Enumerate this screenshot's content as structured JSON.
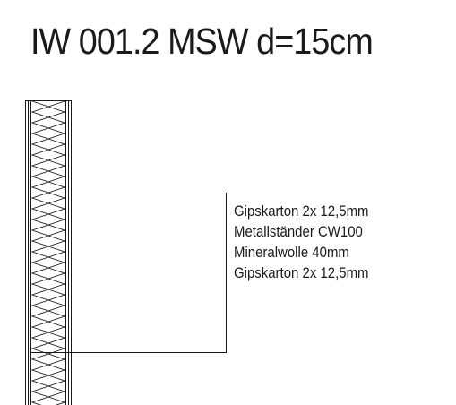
{
  "title": "IW 001.2 MSW d=15cm",
  "layers": [
    {
      "label": "Gipskarton 2x 12,5mm"
    },
    {
      "label": "Metallständer CW100"
    },
    {
      "label": "Mineralwolle 40mm"
    },
    {
      "label": "Gipskarton 2x 12,5mm"
    }
  ],
  "colors": {
    "ink": "#1a1a1a",
    "background": "#ffffff"
  }
}
